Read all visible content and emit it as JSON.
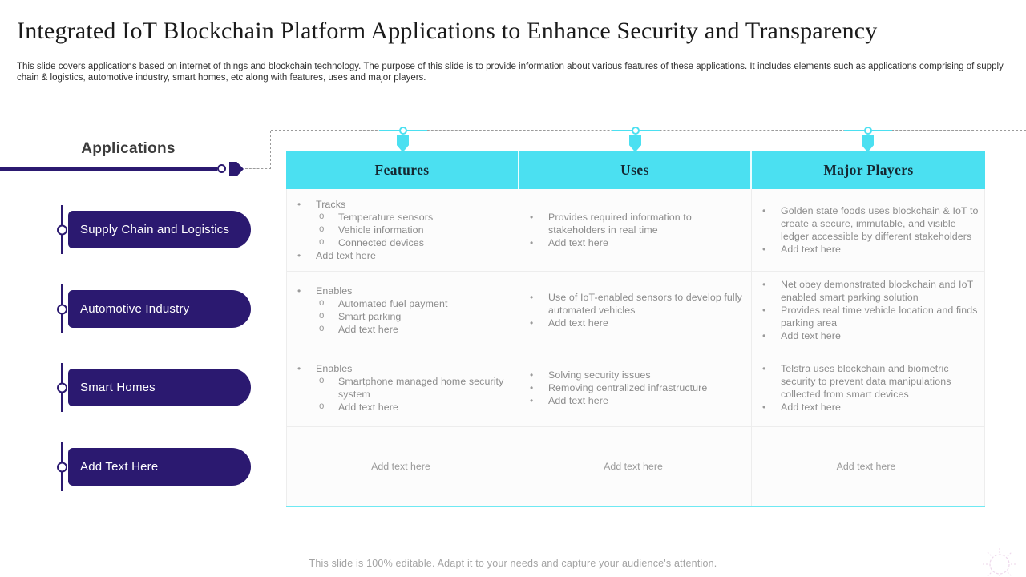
{
  "slide": {
    "title": "Integrated IoT Blockchain Platform Applications to Enhance Security and Transparency",
    "subtitle": "This slide covers applications based on internet of things and blockchain technology. The purpose of this slide is to provide information about various features of these applications. It includes elements such as applications comprising of supply chain & logistics, automotive industry, smart homes, etc along with features, uses and major players.",
    "footer": "This slide is 100% editable. Adapt it to your needs and capture your audience's attention."
  },
  "applications_panel": {
    "heading": "Applications",
    "items": [
      "Supply Chain and Logistics",
      "Automotive Industry",
      "Smart Homes",
      "Add Text Here"
    ]
  },
  "table": {
    "columns": [
      "Features",
      "Uses",
      "Major Players"
    ],
    "rows": [
      {
        "cells": [
          {
            "items": [
              {
                "text": "Tracks",
                "sub": [
                  "Temperature sensors",
                  "Vehicle information",
                  "Connected devices"
                ]
              },
              {
                "text": "Add text here"
              }
            ]
          },
          {
            "items": [
              {
                "text": "Provides required information to stakeholders in real time"
              },
              {
                "text": "Add text here"
              }
            ]
          },
          {
            "items": [
              {
                "text": "Golden state foods uses blockchain & IoT to create a secure, immutable, and visible ledger accessible by different stakeholders"
              },
              {
                "text": "Add text here"
              }
            ]
          }
        ]
      },
      {
        "cells": [
          {
            "items": [
              {
                "text": "Enables",
                "sub": [
                  "Automated fuel payment",
                  "Smart parking",
                  "Add text here"
                ]
              }
            ]
          },
          {
            "items": [
              {
                "text": "Use of IoT-enabled sensors to develop fully automated vehicles"
              },
              {
                "text": "Add text here"
              }
            ]
          },
          {
            "items": [
              {
                "text": "Net obey demonstrated blockchain and IoT enabled smart parking solution"
              },
              {
                "text": "Provides real time vehicle location and finds parking area"
              },
              {
                "text": "Add text here"
              }
            ]
          }
        ]
      },
      {
        "cells": [
          {
            "items": [
              {
                "text": "Enables",
                "sub": [
                  "Smartphone managed home security system",
                  "Add text here"
                ]
              }
            ]
          },
          {
            "items": [
              {
                "text": "Solving security issues"
              },
              {
                "text": "Removing centralized infrastructure"
              },
              {
                "text": "Add text here"
              }
            ]
          },
          {
            "items": [
              {
                "text": "Telstra uses blockchain and biometric security to prevent data manipulations collected from smart devices"
              },
              {
                "text": "Add text here"
              }
            ]
          }
        ]
      },
      {
        "cells": [
          {
            "align": "center",
            "text": "Add text here"
          },
          {
            "align": "center",
            "text": "Add text here"
          },
          {
            "align": "center",
            "text": "Add text here"
          }
        ]
      }
    ]
  },
  "colors": {
    "accent_indigo": "#2B1970",
    "accent_cyan": "#4BE0F1",
    "body_text_gray": "#8B8B8B"
  }
}
